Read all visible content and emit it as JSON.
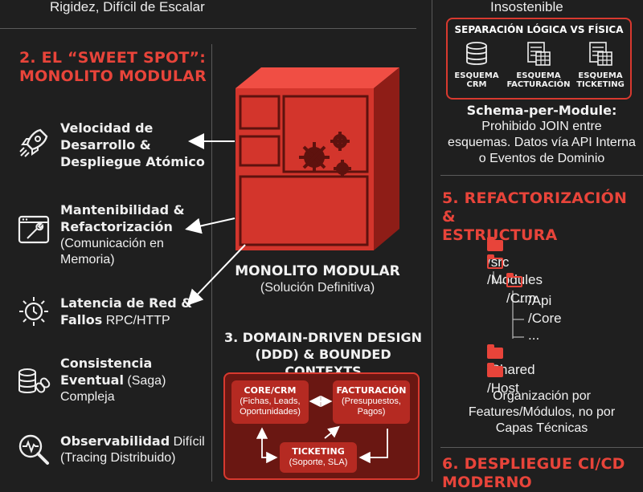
{
  "colors": {
    "background": "#1f1f1f",
    "accent": "#e8443a",
    "accent_dark": "#b52a22",
    "text": "#f2f2f2"
  },
  "top_left_fragment": "Rigidez, Difícil de Escalar",
  "top_right_fragment": "Insostenible",
  "section2": {
    "title_line1": "2. EL “SWEET SPOT”:",
    "title_line2": "MONOLITO MODULAR",
    "features": [
      {
        "icon": "rocket-icon",
        "bold": [
          "Velocidad de",
          "Desarrollo &",
          "Despliegue Atómico"
        ],
        "rest": []
      },
      {
        "icon": "wrench-window-icon",
        "bold": [
          "Mantenibilidad &",
          "Refactorización"
        ],
        "rest": [
          "(Comunicación en",
          "Memoria)"
        ]
      },
      {
        "icon": "latency-clock-icon",
        "bold_line": "Latencia de Red &",
        "bold2": "Fallos",
        "rest2": " RPC/HTTP"
      },
      {
        "icon": "database-link-icon",
        "bold_line": "Consistencia",
        "bold2": "Eventual",
        "rest2": " (Saga)",
        "rest3": "Compleja"
      },
      {
        "icon": "magnifier-pulse-icon",
        "bold2": "Observabilidad",
        "rest2": " Difícil",
        "rest3": "(Tracing Distribuido)"
      }
    ],
    "monolith_label": "MONOLITO MODULAR",
    "monolith_sub": "(Solución Definitiva)"
  },
  "section3": {
    "title_line1": "3. DOMAIN-DRIVEN DESIGN",
    "title_line2": "(DDD) & BOUNDED CONTEXTS",
    "contexts": [
      {
        "title": "CORE/CRM",
        "lines": [
          "(Fichas, Leads,",
          "Oportunidades)"
        ]
      },
      {
        "title": "FACTURACIÓN",
        "lines": [
          "(Presupuestos,",
          "Pagos)"
        ]
      },
      {
        "title": "TICKETING",
        "lines": [
          "(Soporte, SLA)"
        ]
      }
    ]
  },
  "section4": {
    "box_title": "SEPARACIÓN LÓGICA VS FÍSICA",
    "schemas": [
      {
        "icon": "database-icon",
        "label1": "ESQUEMA",
        "label2": "CRM"
      },
      {
        "icon": "table-icon",
        "label1": "ESQUEMA",
        "label2": "FACTURACIÓN"
      },
      {
        "icon": "table-icon",
        "label1": "ESQUEMA",
        "label2": "TICKETING"
      }
    ],
    "note_title": "Schema-per-Module:",
    "note_lines": [
      "Prohibido JOIN entre",
      "esquemas. Datos vía API Interna",
      "o Eventos de Dominio"
    ]
  },
  "section5": {
    "title_line1": "5. REFACTORIZACIÓN &",
    "title_line2": "ESTRUCTURA",
    "tree": [
      "/src",
      "/Modules",
      "/Crm",
      "/Api",
      "/Core",
      "...",
      "/Shared",
      "/Host"
    ],
    "note_lines": [
      "Organización por",
      "Features/Módulos, no por",
      "Capas Técnicas"
    ]
  },
  "section6": {
    "title_line1": "6. DESPLIEGUE CI/CD",
    "title_line2": "MODERNO"
  }
}
